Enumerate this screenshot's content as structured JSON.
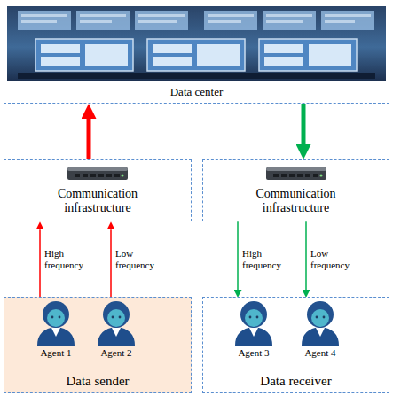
{
  "diagram": {
    "nodes": [
      {
        "text": [
          "Data center"
        ]
      },
      {
        "text": [
          "Communication infrastructure"
        ]
      },
      {
        "text": [
          "Communication infrastructure"
        ]
      },
      {
        "text": [
          "Data sender"
        ]
      },
      {
        "text": [
          "Agent 1"
        ],
        "in": 3
      },
      {
        "text": [
          "Agent 2"
        ],
        "in": 3
      },
      {
        "text": [
          "Data receiver"
        ]
      },
      {
        "text": [
          "Agent 3"
        ],
        "in": 6
      },
      {
        "text": [
          "Agent 4"
        ],
        "in": 6
      }
    ],
    "edges": [
      {
        "from": 1,
        "to": 0,
        "arrow": "to"
      },
      {
        "from": 0,
        "to": 2,
        "arrow": "to"
      },
      {
        "from": 4,
        "to": 1,
        "label": "High frequency",
        "arrow": "to"
      },
      {
        "from": 5,
        "to": 1,
        "label": "Low frequency",
        "arrow": "to"
      },
      {
        "from": 2,
        "to": 7,
        "label": "High frequency",
        "arrow": "to"
      },
      {
        "from": 2,
        "to": 8,
        "label": "Low frequency",
        "arrow": "to"
      }
    ]
  }
}
